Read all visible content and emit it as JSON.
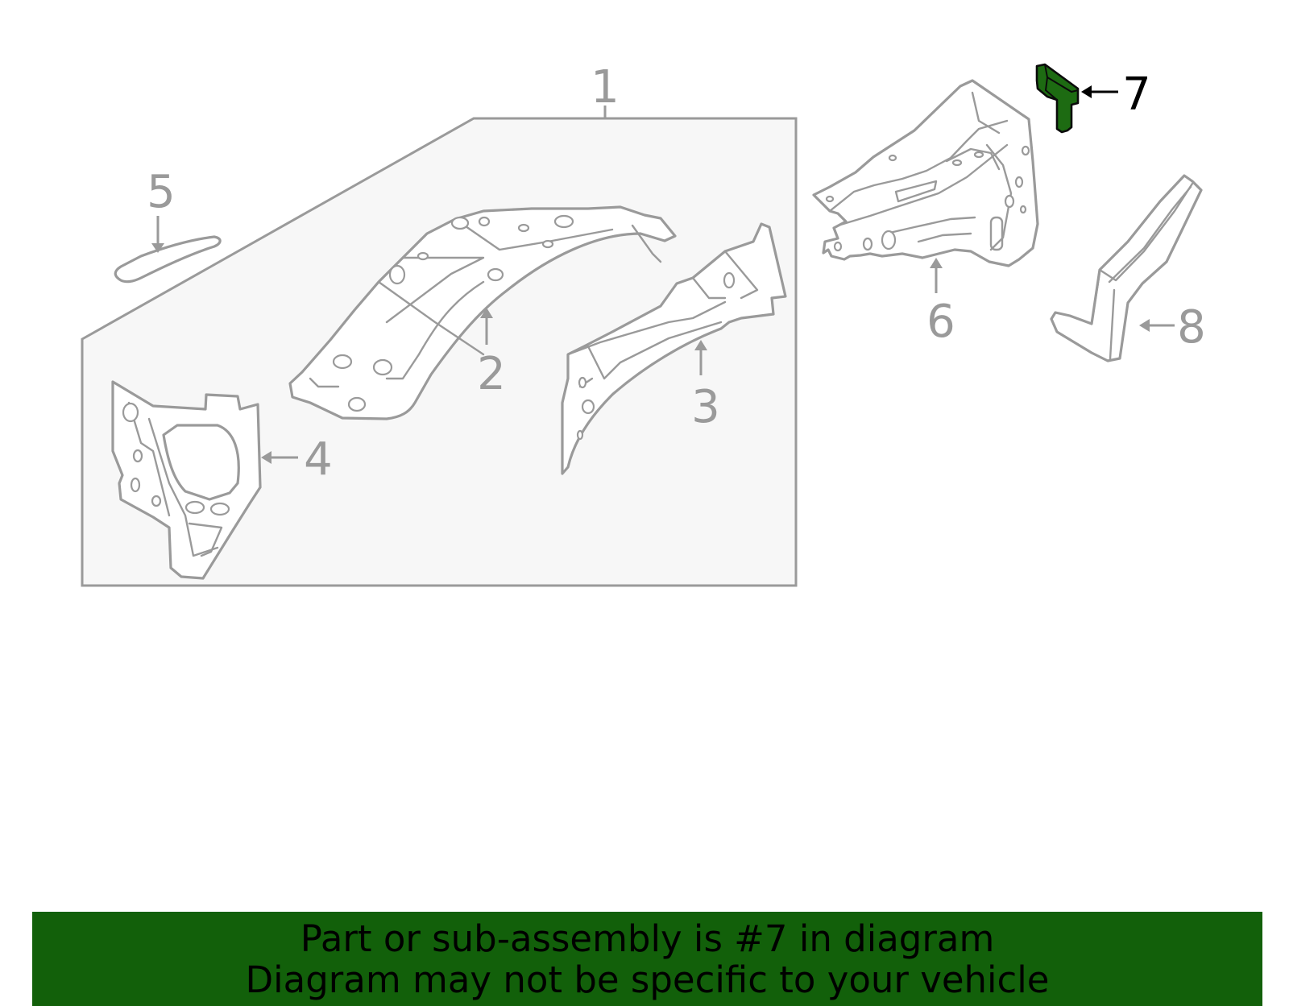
{
  "diagram": {
    "colors": {
      "line": "#9a9a9a",
      "highlight_fill": "#1d6b12",
      "assembly_box_fill": "#f7f7f7",
      "banner_background": "#12600a"
    },
    "highlighted_part": "7",
    "callouts": [
      {
        "id": "1",
        "label": "1"
      },
      {
        "id": "2",
        "label": "2"
      },
      {
        "id": "3",
        "label": "3"
      },
      {
        "id": "4",
        "label": "4"
      },
      {
        "id": "5",
        "label": "5"
      },
      {
        "id": "6",
        "label": "6"
      },
      {
        "id": "7",
        "label": "7"
      },
      {
        "id": "8",
        "label": "8"
      }
    ]
  },
  "banner": {
    "line1": "Part or sub-assembly is #7 in diagram",
    "line2": "Diagram may not be specific to your vehicle"
  }
}
